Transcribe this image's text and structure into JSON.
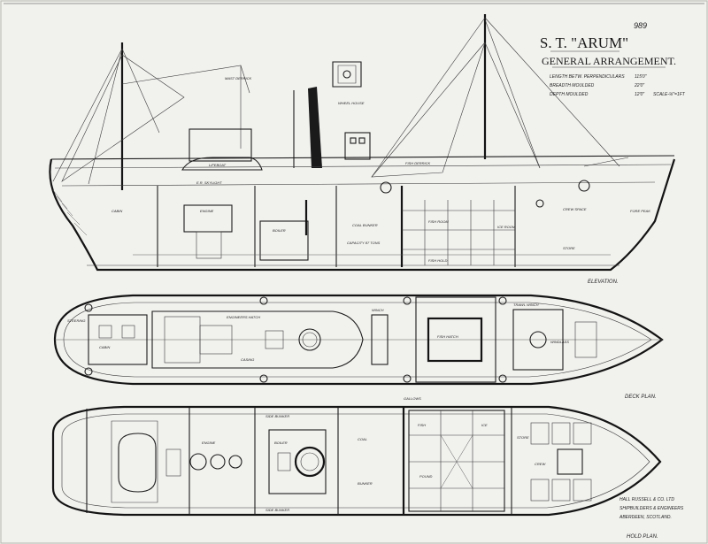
{
  "title": {
    "ship_name": "S. T. \"ARUM\"",
    "subtitle": "GENERAL ARRANGEMENT."
  },
  "sheet_number": "989",
  "dimensions": [
    {
      "label": "LENGTH BETW. PERPENDICULARS",
      "value": "115'0\""
    },
    {
      "label": "BREADTH MOULDED",
      "value": "22'0\""
    },
    {
      "label": "DEPTH MOULDED",
      "value": "12'0\""
    }
  ],
  "scale": "SCALE-⅛\"=1FT",
  "views": {
    "elevation": "ELEVATION.",
    "deck_plan": "DECK PLAN.",
    "hold_plan": "HOLD PLAN."
  },
  "builder": [
    "HALL RUSSELL & CO. LTD",
    "SHIPBUILDERS & ENGINEERS",
    "ABERDEEN, SCOTLAND."
  ],
  "elevation_labels": {
    "mast_derrick": "MAST DERRICK",
    "lifeboat": "LIFEBOAT",
    "wheelhouse": "WHEEL HOUSE",
    "fish_derrick": "FISH DERRICK",
    "engine": "ENGINE",
    "boiler": "BOILER",
    "coal_bunker": "COAL BUNKER",
    "capacity": "CAPACITY 87 TONS",
    "fish_room": "FISH ROOM",
    "fish_hold": "FISH HOLD",
    "cabin": "CABIN",
    "crew_space": "CREW SPACE",
    "store": "STORE",
    "fore_peak": "FORE PEAK",
    "ice_room": "ICE ROOM",
    "skylight": "E.R. SKYLIGHT"
  },
  "deck_labels": {
    "fish_hatch": "FISH HATCH",
    "engineers_hatch": "ENGINEERS HATCH",
    "casing": "CASING",
    "winch": "WINCH",
    "gallows": "GALLOWS",
    "trawl_winch": "TRAWL WINCH",
    "windlass": "WINDLASS",
    "cabin": "CABIN",
    "steering": "STEERING"
  },
  "hold_labels": {
    "side_bunker": "SIDE BUNKER",
    "engine": "ENGINE",
    "boiler": "BOILER",
    "coal": "COAL",
    "bunker": "BUNKER",
    "fish": "FISH",
    "ice": "ICE",
    "pound": "POUND",
    "crew": "CREW",
    "store": "STORE"
  }
}
